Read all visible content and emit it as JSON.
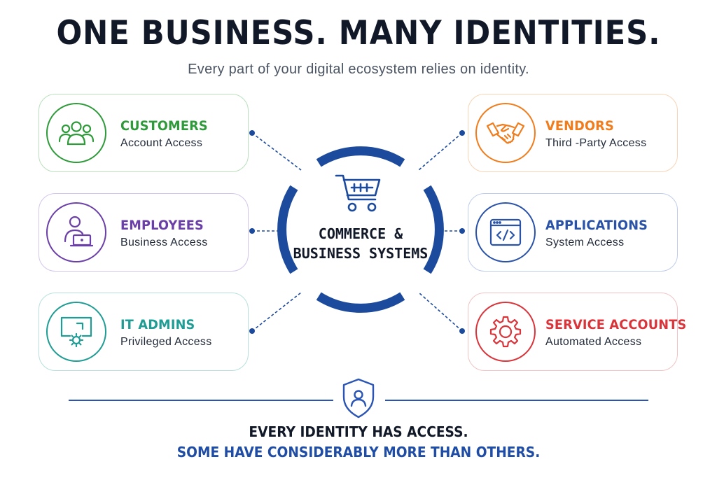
{
  "title": "ONE BUSINESS. MANY IDENTITIES.",
  "subtitle": "Every part of your digital ecosystem relies on identity.",
  "center": {
    "line1": "COMMERCE &",
    "line2": "BUSINESS SYSTEMS",
    "icon": "shopping-cart-icon",
    "color": "#1c4a9c"
  },
  "identities": {
    "customers": {
      "label": "CUSTOMERS",
      "sub": "Account Access",
      "icon": "users-group-icon",
      "color": "#2e9a3a"
    },
    "employees": {
      "label": "EMPLOYEES",
      "sub": "Business Access",
      "icon": "person-laptop-icon",
      "color": "#6b3fa8"
    },
    "it_admins": {
      "label": "IT ADMINS",
      "sub": "Privileged Access",
      "icon": "monitor-gear-icon",
      "color": "#1f9c94"
    },
    "vendors": {
      "label": "VENDORS",
      "sub": "Third -Party Access",
      "icon": "handshake-icon",
      "color": "#f07c1c"
    },
    "applications": {
      "label": "APPLICATIONS",
      "sub": "System Access",
      "icon": "code-window-icon",
      "color": "#2a53a8"
    },
    "service_accounts": {
      "label": "SERVICE ACCOUNTS",
      "sub": "Automated Access",
      "icon": "gear-icon",
      "color": "#d9343a"
    }
  },
  "footer": {
    "icon": "shield-user-icon",
    "line1": "EVERY IDENTITY HAS ACCESS.",
    "line2": "SOME HAVE CONSIDERABLY MORE THAN OTHERS."
  }
}
